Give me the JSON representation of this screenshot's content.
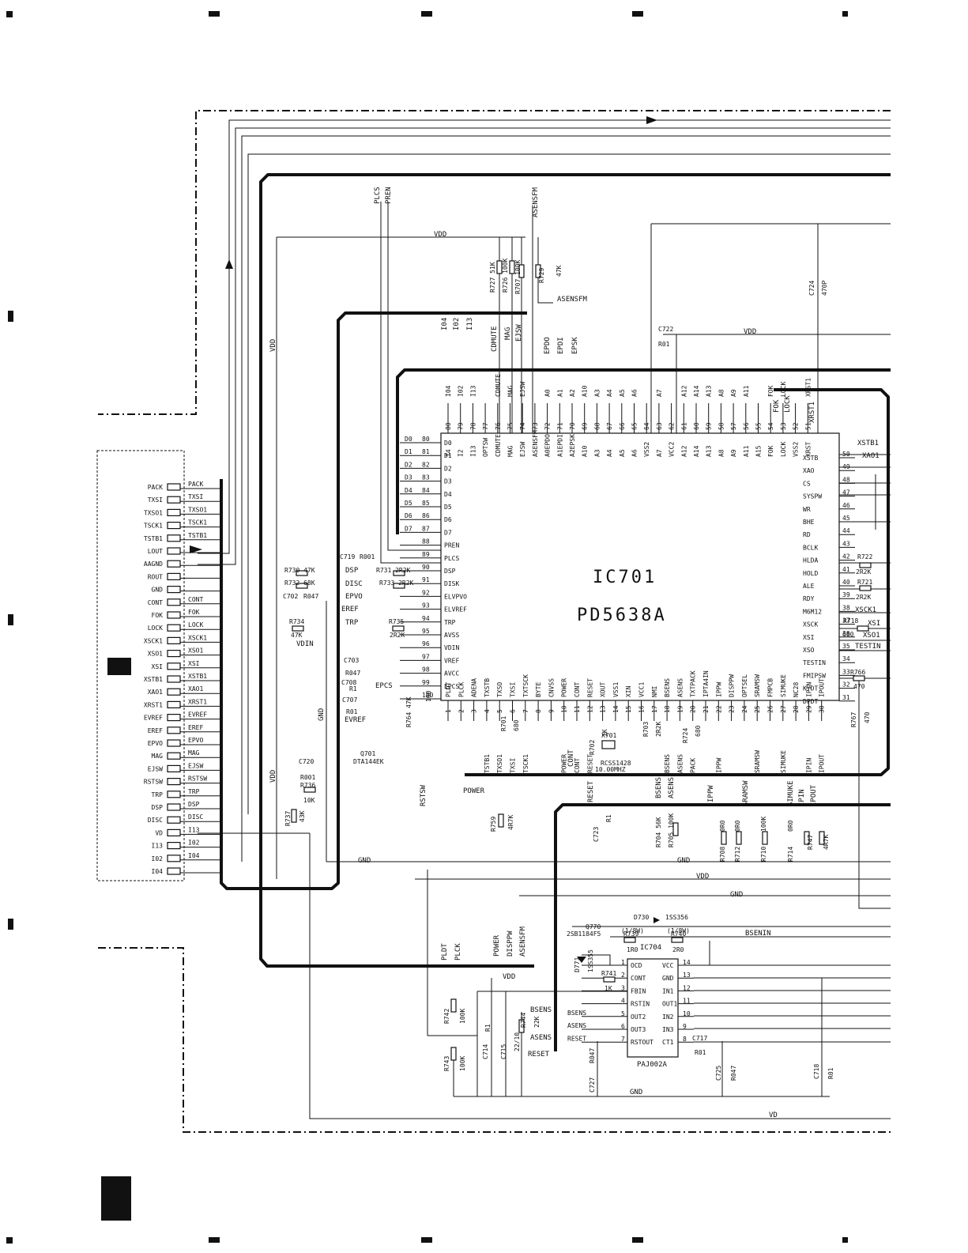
{
  "ic701": {
    "ref": "IC701",
    "part": "PD5638A",
    "top_pins": [
      {
        "n": "80",
        "name": "I4",
        "net": "I04"
      },
      {
        "n": "79",
        "name": "I2",
        "net": "I02"
      },
      {
        "n": "78",
        "name": "I13",
        "net": "I13"
      },
      {
        "n": "77",
        "name": "OPTSW",
        "net": ""
      },
      {
        "n": "76",
        "name": "CDMUTE",
        "net": "CDMUTE"
      },
      {
        "n": "75",
        "name": "MAG",
        "net": "MAG"
      },
      {
        "n": "74",
        "name": "EJSW",
        "net": "EJSW"
      },
      {
        "n": "73",
        "name": "ASENSFM",
        "net": ""
      },
      {
        "n": "72",
        "name": "A0EPDO",
        "net": "A0"
      },
      {
        "n": "71",
        "name": "A1EPDI",
        "net": "A1"
      },
      {
        "n": "70",
        "name": "A2EPSK",
        "net": "A2"
      },
      {
        "n": "69",
        "name": "A10",
        "net": "A10"
      },
      {
        "n": "68",
        "name": "A3",
        "net": "A3"
      },
      {
        "n": "67",
        "name": "A4",
        "net": "A4"
      },
      {
        "n": "66",
        "name": "A5",
        "net": "A5"
      },
      {
        "n": "65",
        "name": "A6",
        "net": "A6"
      },
      {
        "n": "64",
        "name": "VSS2",
        "net": ""
      },
      {
        "n": "63",
        "name": "A7",
        "net": "A7"
      },
      {
        "n": "62",
        "name": "VCC2",
        "net": ""
      },
      {
        "n": "61",
        "name": "A12",
        "net": "A12"
      },
      {
        "n": "60",
        "name": "A14",
        "net": "A14"
      },
      {
        "n": "59",
        "name": "A13",
        "net": "A13"
      },
      {
        "n": "58",
        "name": "A8",
        "net": "A8"
      },
      {
        "n": "57",
        "name": "A9",
        "net": "A9"
      },
      {
        "n": "56",
        "name": "A11",
        "net": "A11"
      },
      {
        "n": "55",
        "name": "A15",
        "net": ""
      },
      {
        "n": "54",
        "name": "FOK",
        "net": "FOK"
      },
      {
        "n": "53",
        "name": "LOCK",
        "net": "LOCK"
      },
      {
        "n": "52",
        "name": "VSS2",
        "net": ""
      },
      {
        "n": "51",
        "name": "XRST",
        "net": "XRST1"
      }
    ],
    "left_pins": [
      {
        "n": "80",
        "name": "D0",
        "net": "D0"
      },
      {
        "n": "81",
        "name": "D1",
        "net": "D1"
      },
      {
        "n": "82",
        "name": "D2",
        "net": "D2"
      },
      {
        "n": "83",
        "name": "D3",
        "net": "D3"
      },
      {
        "n": "84",
        "name": "D4",
        "net": "D4"
      },
      {
        "n": "85",
        "name": "D5",
        "net": "D5"
      },
      {
        "n": "86",
        "name": "D6",
        "net": "D6"
      },
      {
        "n": "87",
        "name": "D7",
        "net": "D7"
      },
      {
        "n": "88",
        "name": "PREN",
        "net": ""
      },
      {
        "n": "89",
        "name": "PLCS",
        "net": ""
      },
      {
        "n": "90",
        "name": "DSP",
        "net": "DSP"
      },
      {
        "n": "91",
        "name": "DISK",
        "net": "DISC"
      },
      {
        "n": "92",
        "name": "ELVPVO",
        "net": "EPVO"
      },
      {
        "n": "93",
        "name": "ELVREF",
        "net": "EREF"
      },
      {
        "n": "94",
        "name": "TRP",
        "net": "TRP"
      },
      {
        "n": "95",
        "name": "AVSS",
        "net": ""
      },
      {
        "n": "96",
        "name": "VDIN",
        "net": ""
      },
      {
        "n": "97",
        "name": "VREF",
        "net": ""
      },
      {
        "n": "98",
        "name": "AVCC",
        "net": ""
      },
      {
        "n": "99",
        "name": "EPCS",
        "net": "EPCS"
      },
      {
        "n": "100",
        "name": "",
        "net": ""
      }
    ],
    "bottom_pins": [
      {
        "n": "1",
        "name": "PLDT",
        "net": ""
      },
      {
        "n": "2",
        "name": "PLCK",
        "net": ""
      },
      {
        "n": "3",
        "name": "ADENA",
        "net": ""
      },
      {
        "n": "4",
        "name": "TXSTB",
        "net": "TSTB1"
      },
      {
        "n": "5",
        "name": "TXSO",
        "net": "TXSO1"
      },
      {
        "n": "6",
        "name": "TXSI",
        "net": "TXSI"
      },
      {
        "n": "7",
        "name": "TXTSCK",
        "net": "TSCK1"
      },
      {
        "n": "8",
        "name": "BYTE",
        "net": ""
      },
      {
        "n": "9",
        "name": "CNVSS",
        "net": ""
      },
      {
        "n": "10",
        "name": "POWER",
        "net": "POWER"
      },
      {
        "n": "11",
        "name": "CONT",
        "net": "CONT"
      },
      {
        "n": "12",
        "name": "RESET",
        "net": "RESET"
      },
      {
        "n": "13",
        "name": "XOUT",
        "net": ""
      },
      {
        "n": "14",
        "name": "VSS1",
        "net": ""
      },
      {
        "n": "15",
        "name": "XIN",
        "net": ""
      },
      {
        "n": "16",
        "name": "VCC1",
        "net": ""
      },
      {
        "n": "17",
        "name": "NMI",
        "net": ""
      },
      {
        "n": "18",
        "name": "BSENS",
        "net": "BSENS"
      },
      {
        "n": "19",
        "name": "ASENS",
        "net": "ASENS"
      },
      {
        "n": "20",
        "name": "TXTPACK",
        "net": "PACK"
      },
      {
        "n": "21",
        "name": "IPTA4IN",
        "net": ""
      },
      {
        "n": "22",
        "name": "IPPW",
        "net": "IPPW"
      },
      {
        "n": "23",
        "name": "DISPPW",
        "net": ""
      },
      {
        "n": "24",
        "name": "OPTSEL",
        "net": ""
      },
      {
        "n": "25",
        "name": "SRAMSW",
        "net": "SRAMSW"
      },
      {
        "n": "26",
        "name": "FMPCB",
        "net": ""
      },
      {
        "n": "27",
        "name": "SIMUKE",
        "net": "SIMUKE"
      },
      {
        "n": "28",
        "name": "NC28",
        "net": ""
      },
      {
        "n": "29",
        "name": "IPIN",
        "net": "IPIN"
      },
      {
        "n": "30",
        "name": "IPOUT",
        "net": "IPOUT"
      }
    ],
    "right_pins": [
      {
        "n": "50",
        "name": "XSTB",
        "net": "XSTB1"
      },
      {
        "n": "49",
        "name": "XAO",
        "net": "XAO1"
      },
      {
        "n": "48",
        "name": "CS",
        "net": ""
      },
      {
        "n": "47",
        "name": "SYSPW",
        "net": ""
      },
      {
        "n": "46",
        "name": "WR",
        "net": ""
      },
      {
        "n": "45",
        "name": "BHE",
        "net": ""
      },
      {
        "n": "44",
        "name": "RD",
        "net": ""
      },
      {
        "n": "43",
        "name": "BCLK",
        "net": ""
      },
      {
        "n": "42",
        "name": "HLDA",
        "net": ""
      },
      {
        "n": "41",
        "name": "HOLD",
        "net": ""
      },
      {
        "n": "40",
        "name": "ALE",
        "net": ""
      },
      {
        "n": "39",
        "name": "RDY",
        "net": ""
      },
      {
        "n": "38",
        "name": "M6M12",
        "net": ""
      },
      {
        "n": "37",
        "name": "XSCK",
        "net": "XSCK1"
      },
      {
        "n": "36",
        "name": "XSI",
        "net": "XSI"
      },
      {
        "n": "35",
        "name": "XSO",
        "net": "XSO1"
      },
      {
        "n": "34",
        "name": "TESTIN",
        "net": "TESTIN"
      },
      {
        "n": "33",
        "name": "FMIPSW",
        "net": ""
      },
      {
        "n": "32",
        "name": "KYDT",
        "net": ""
      },
      {
        "n": "31",
        "name": "DPDT",
        "net": ""
      }
    ]
  },
  "connector": {
    "pins": [
      {
        "outer": "PACK",
        "inner": "PACK"
      },
      {
        "outer": "TXSI",
        "inner": "TXSI"
      },
      {
        "outer": "TXSO1",
        "inner": "TXSO1"
      },
      {
        "outer": "TSCK1",
        "inner": "TSCK1"
      },
      {
        "outer": "TSTB1",
        "inner": "TSTB1"
      },
      {
        "outer": "LOUT",
        "inner": ""
      },
      {
        "outer": "AAGND",
        "inner": ""
      },
      {
        "outer": "ROUT",
        "inner": ""
      },
      {
        "outer": "GND",
        "inner": ""
      },
      {
        "outer": "CONT",
        "inner": "CONT"
      },
      {
        "outer": "FOK",
        "inner": "FOK"
      },
      {
        "outer": "LOCK",
        "inner": "LOCK"
      },
      {
        "outer": "XSCK1",
        "inner": "XSCK1"
      },
      {
        "outer": "XSO1",
        "inner": "XSO1"
      },
      {
        "outer": "XSI",
        "inner": "XSI"
      },
      {
        "outer": "XSTB1",
        "inner": "XSTB1"
      },
      {
        "outer": "XAO1",
        "inner": "XAO1"
      },
      {
        "outer": "XRST1",
        "inner": "XRST1"
      },
      {
        "outer": "EVREF",
        "inner": "EVREF"
      },
      {
        "outer": "EREF",
        "inner": "EREF"
      },
      {
        "outer": "EPVO",
        "inner": "EPVO"
      },
      {
        "outer": "MAG",
        "inner": "MAG"
      },
      {
        "outer": "EJSW",
        "inner": "EJSW"
      },
      {
        "outer": "RSTSW",
        "inner": "RSTSW"
      },
      {
        "outer": "TRP",
        "inner": "TRP"
      },
      {
        "outer": "DSP",
        "inner": "DSP"
      },
      {
        "outer": "DISC",
        "inner": "DISC"
      },
      {
        "outer": "VD",
        "inner": "I13"
      },
      {
        "outer": "I13",
        "inner": "I02"
      },
      {
        "outer": "I02",
        "inner": "I04"
      },
      {
        "outer": "I04",
        "inner": ""
      }
    ]
  },
  "ic704": {
    "ref": "IC704",
    "part": "PAJ002A",
    "left_pins": [
      {
        "n": "1",
        "name": "OCD"
      },
      {
        "n": "2",
        "name": "CONT"
      },
      {
        "n": "3",
        "name": "FBIN"
      },
      {
        "n": "4",
        "name": "RSTIN"
      },
      {
        "n": "5",
        "name": "OUT2"
      },
      {
        "n": "6",
        "name": "OUT3"
      },
      {
        "n": "7",
        "name": "RSTOUT"
      }
    ],
    "right_pins": [
      {
        "n": "14",
        "name": "VCC"
      },
      {
        "n": "13",
        "name": "GND"
      },
      {
        "n": "12",
        "name": "IN1"
      },
      {
        "n": "11",
        "name": "OUT1"
      },
      {
        "n": "10",
        "name": "IN2"
      },
      {
        "n": "9",
        "name": "IN3"
      },
      {
        "n": "8",
        "name": "CT1"
      }
    ],
    "left_nets": [
      "BSENS",
      "ASENS",
      "RESET"
    ]
  },
  "nets": {
    "vdd": "VDD",
    "vd": "VD",
    "gnd": "GND",
    "plcs": "PLCS",
    "pren": "PREN",
    "asensfm": "ASENSFM",
    "bsenin": "BSENIN",
    "vdin": "VDIN",
    "evref": "EVREF",
    "epcs": "EPCS",
    "power": "POWER",
    "reset": "RESET",
    "bsens": "BSENS",
    "asens": "ASENS",
    "rstsw": "RSTSW",
    "pldt": "PLDT",
    "plck": "PLCK",
    "disppw": "DISPPW",
    "cont": "CONT",
    "ippw": "IPPW",
    "sramsw": "SRAMSW",
    "simuke": "SIMUKE",
    "ipin": "IPIN",
    "ipout": "IPOUT",
    "pack": "PACK",
    "tstb1": "TSTB1",
    "txso1": "TXSO1",
    "txsi": "TXSI",
    "tsck1": "TSCK1",
    "cdmute": "CDMUTE",
    "mag": "MAG",
    "ejsw": "EJSW",
    "i04": "I04",
    "i02": "I02",
    "i13": "I13",
    "epdo": "EPDO",
    "epdi": "EPDI",
    "epsk": "EPSK",
    "fok": "FOK",
    "lock": "LOCK",
    "xrst1": "XRST1",
    "dsp": "DSP",
    "disc": "DISC",
    "epvo": "EPVO",
    "eref": "EREF",
    "trp": "TRP",
    "xstb1": "XSTB1",
    "xao1": "XAO1",
    "xsck1": "XSCK1",
    "xsi": "XSI",
    "xso1": "XSO1",
    "testin": "TESTIN"
  },
  "components": {
    "r727": "R727 51K",
    "r726": "R726 100K",
    "r707": "R707 100K",
    "r729": "R729",
    "r729v": "47K",
    "c724": "C724",
    "c724v": "470P",
    "c722": "C722",
    "c722v": "R01",
    "r730": "R730 47K",
    "r732": "R732 68K",
    "r731": "R731 2R2K",
    "r733": "R733 2R2K",
    "c719": "C719",
    "c719v": "R001",
    "c702": "C702",
    "c702v": "R047",
    "r734": "R734",
    "r734v": "47K",
    "r735": "R735",
    "r735v": "2R2K",
    "c703": "C703",
    "c703v": "R047",
    "c708": "C708",
    "c708v": "R1",
    "c707": "C707",
    "c707v": "R01",
    "r764": "R764 47K",
    "r764v": "100",
    "q701": "Q701",
    "q701p": "DTA144EK",
    "c720": "C720",
    "c720v": "R001",
    "r736": "R736",
    "r736v": "10K",
    "r737": "R737",
    "r737v": "43K",
    "r722": "R722",
    "r722v": "2R2K",
    "r721": "R721",
    "r721v": "2R2K",
    "r718": "R718",
    "r718v": "680",
    "r766": "R766",
    "r766v": "470",
    "r767": "R767",
    "r767v": "470",
    "r701": "R701",
    "r701v": "680",
    "r702": "R702",
    "r702v": "1K",
    "x701": "X701",
    "x701p": "RCSS1428",
    "x701f": "10.00MHZ",
    "r703": "R703",
    "r703v": "2R2K",
    "r724": "R724",
    "r724v": "680",
    "r759": "R759",
    "r759v": "4R7K",
    "c723": "C723",
    "c723v": "R1",
    "r704": "R704 56K",
    "r705": "R705 100K",
    "r708": "R708",
    "r708v": "0R0",
    "r712": "R712",
    "r712v": "0R0",
    "r710": "R710",
    "r710v": "100K",
    "r714": "R714",
    "r714v": "0R0",
    "r747": "R747",
    "r747v": "4R7K",
    "d730": "D730",
    "d730p": "1SS356",
    "q770": "Q770",
    "q770p": "2SB1184F5",
    "r739": "R739",
    "r739v": "1R0",
    "r739w": "(1/8W)",
    "r740": "R740",
    "r740v": "2R0",
    "r740w": "(1/8W)",
    "d771": "D771",
    "d771p": "1SS355",
    "r741": "R741",
    "r741v": "1K",
    "r742": "R742",
    "r742v": "100K",
    "r743": "R743",
    "r743v": "100K",
    "c714": "C714",
    "c714v": "R1",
    "c715": "C715",
    "c715v": "22/10",
    "r744": "R744",
    "r744v": "22K",
    "c727": "C727",
    "c727v": "R047",
    "c717": "C717",
    "c717v": "R01",
    "c725": "C725",
    "c725v": "R047",
    "c718": "C718",
    "c718v": "R01"
  }
}
